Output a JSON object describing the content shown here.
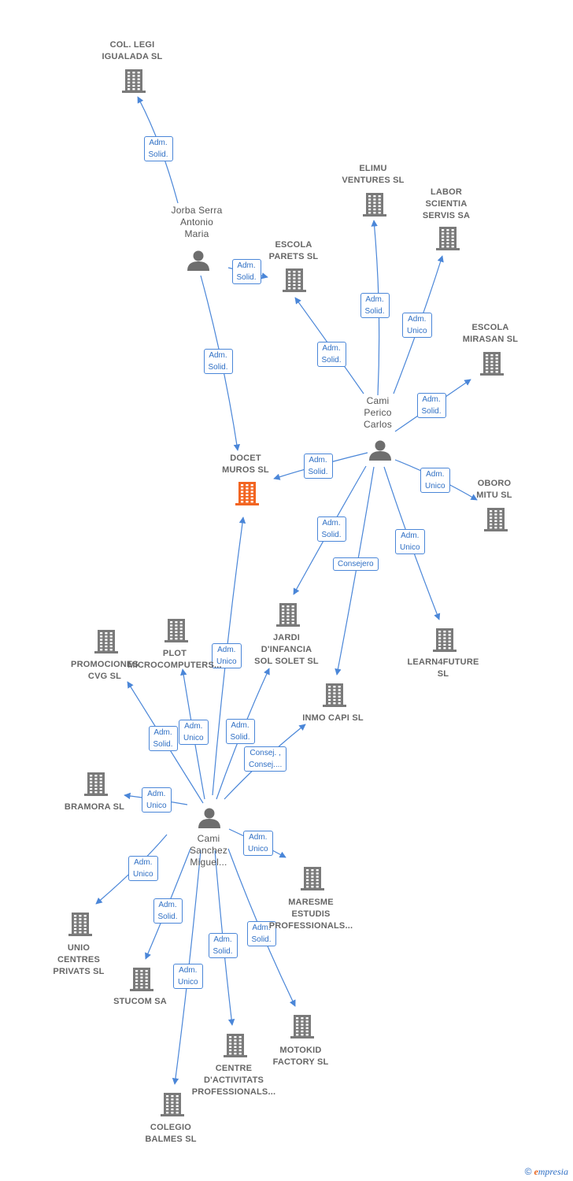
{
  "colors": {
    "edge": "#4a86d8",
    "building": "#7a7a7a",
    "focus": "#f26522",
    "person": "#6e6e6e"
  },
  "nodes": [
    {
      "id": "col_legi",
      "type": "company",
      "lines": [
        "COL. LEGI",
        "IGUALADA SL"
      ]
    },
    {
      "id": "jorba",
      "type": "person",
      "lines": [
        "Jorba Serra",
        "Antonio",
        "Maria"
      ]
    },
    {
      "id": "escola_parets",
      "type": "company",
      "lines": [
        "ESCOLA",
        "PARETS  SL"
      ]
    },
    {
      "id": "elimu",
      "type": "company",
      "lines": [
        "ELIMU",
        "VENTURES  SL"
      ]
    },
    {
      "id": "labor",
      "type": "company",
      "lines": [
        "LABOR",
        "SCIENTIA",
        "SERVIS SA"
      ]
    },
    {
      "id": "escola_mirasan",
      "type": "company",
      "lines": [
        "ESCOLA",
        "MIRASAN  SL"
      ]
    },
    {
      "id": "cami_perico",
      "type": "person",
      "lines": [
        "Cami",
        "Perico",
        "Carlos"
      ]
    },
    {
      "id": "docet",
      "type": "focus",
      "lines": [
        "DOCET",
        "MUROS  SL"
      ]
    },
    {
      "id": "oboro",
      "type": "company",
      "lines": [
        "OBORO",
        "MITU SL"
      ]
    },
    {
      "id": "jardi",
      "type": "company",
      "lines": [
        "JARDI",
        "D'INFANCIA",
        "SOL SOLET SL"
      ]
    },
    {
      "id": "learn4",
      "type": "company",
      "lines": [
        "LEARN4FUTURE",
        "SL"
      ]
    },
    {
      "id": "promociones",
      "type": "company",
      "lines": [
        "PROMOCIONES",
        "CVG  SL"
      ]
    },
    {
      "id": "plot",
      "type": "company",
      "lines": [
        "PLOT",
        "MICROCOMPUTERS..."
      ]
    },
    {
      "id": "inmo",
      "type": "company",
      "lines": [
        "INMO CAPI SL"
      ]
    },
    {
      "id": "bramora",
      "type": "company",
      "lines": [
        "BRAMORA  SL"
      ]
    },
    {
      "id": "cami_sanchez",
      "type": "person",
      "lines": [
        "Cami",
        "Sanchez",
        "Miguel..."
      ]
    },
    {
      "id": "maresme",
      "type": "company",
      "lines": [
        "MARESME",
        "ESTUDIS",
        "PROFESSIONALS..."
      ]
    },
    {
      "id": "unio",
      "type": "company",
      "lines": [
        "UNIO",
        "CENTRES",
        "PRIVATS SL"
      ]
    },
    {
      "id": "stucom",
      "type": "company",
      "lines": [
        "STUCOM SA"
      ]
    },
    {
      "id": "motokid",
      "type": "company",
      "lines": [
        "MOTOKID",
        "FACTORY  SL"
      ]
    },
    {
      "id": "centre",
      "type": "company",
      "lines": [
        "CENTRE",
        "D'ACTIVITATS",
        "PROFESSIONALS..."
      ]
    },
    {
      "id": "colegio",
      "type": "company",
      "lines": [
        "COLEGIO",
        "BALMES SL"
      ]
    }
  ],
  "edges": [
    {
      "from": "jorba",
      "to": "col_legi",
      "label": [
        "Adm.",
        "Solid."
      ]
    },
    {
      "from": "jorba",
      "to": "escola_parets",
      "label": [
        "Adm.",
        "Solid."
      ]
    },
    {
      "from": "jorba",
      "to": "docet",
      "label": [
        "Adm.",
        "Solid."
      ]
    },
    {
      "from": "cami_perico",
      "to": "elimu",
      "label": [
        "Adm.",
        "Solid."
      ]
    },
    {
      "from": "cami_perico",
      "to": "labor",
      "label": [
        "Adm.",
        "Unico"
      ]
    },
    {
      "from": "cami_perico",
      "to": "escola_parets",
      "label": [
        "Adm.",
        "Solid."
      ]
    },
    {
      "from": "cami_perico",
      "to": "escola_mirasan",
      "label": [
        "Adm.",
        "Solid."
      ]
    },
    {
      "from": "cami_perico",
      "to": "docet",
      "label": [
        "Adm.",
        "Solid."
      ]
    },
    {
      "from": "cami_perico",
      "to": "oboro",
      "label": [
        "Adm.",
        "Unico"
      ]
    },
    {
      "from": "cami_perico",
      "to": "jardi",
      "label": [
        "Adm.",
        "Solid."
      ]
    },
    {
      "from": "cami_perico",
      "to": "learn4",
      "label": [
        "Adm.",
        "Unico"
      ]
    },
    {
      "from": "cami_perico",
      "to": "inmo",
      "label": [
        "Consejero"
      ]
    },
    {
      "from": "cami_sanchez",
      "to": "docet",
      "label": [
        "Adm.",
        "Unico"
      ]
    },
    {
      "from": "cami_sanchez",
      "to": "promociones",
      "label": [
        "Adm.",
        "Solid."
      ]
    },
    {
      "from": "cami_sanchez",
      "to": "plot",
      "label": [
        "Adm.",
        "Unico"
      ]
    },
    {
      "from": "cami_sanchez",
      "to": "jardi",
      "label": [
        "Adm.",
        "Solid."
      ]
    },
    {
      "from": "cami_sanchez",
      "to": "inmo",
      "label": [
        "Consej. ,",
        "Consej...."
      ]
    },
    {
      "from": "cami_sanchez",
      "to": "bramora",
      "label": [
        "Adm.",
        "Unico"
      ]
    },
    {
      "from": "cami_sanchez",
      "to": "maresme",
      "label": [
        "Adm.",
        "Unico"
      ]
    },
    {
      "from": "cami_sanchez",
      "to": "unio",
      "label": [
        "Adm.",
        "Unico"
      ]
    },
    {
      "from": "cami_sanchez",
      "to": "stucom",
      "label": [
        "Adm.",
        "Solid."
      ]
    },
    {
      "from": "cami_sanchez",
      "to": "centre",
      "label": [
        "Adm.",
        "Solid."
      ]
    },
    {
      "from": "cami_sanchez",
      "to": "motokid",
      "label": [
        "Adm.",
        "Solid."
      ]
    },
    {
      "from": "cami_sanchez",
      "to": "colegio",
      "label": [
        "Adm.",
        "Unico"
      ]
    }
  ],
  "footer": {
    "copyright": "©",
    "brand_initial": "e",
    "brand_rest": "mpresia"
  }
}
